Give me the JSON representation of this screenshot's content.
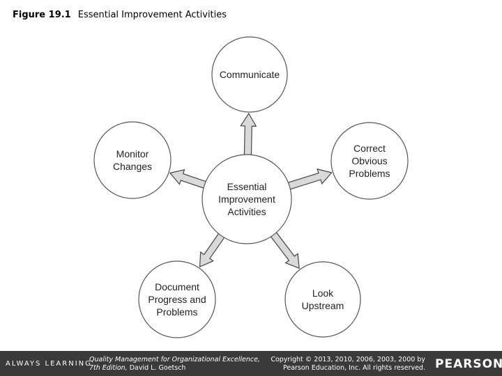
{
  "figure": {
    "number": "Figure 19.1",
    "title": "Essential Improvement Activities"
  },
  "diagram": {
    "center": {
      "label_lines": [
        "Essential",
        "Improvement",
        "Activities"
      ]
    },
    "nodes": [
      {
        "id": "communicate",
        "label_lines": [
          "Communicate"
        ]
      },
      {
        "id": "correct-obvious-problems",
        "label_lines": [
          "Correct",
          "Obvious",
          "Problems"
        ]
      },
      {
        "id": "look-upstream",
        "label_lines": [
          "Look",
          "Upstream"
        ]
      },
      {
        "id": "document-progress-and-problems",
        "label_lines": [
          "Document",
          "Progress and",
          "Problems"
        ]
      },
      {
        "id": "monitor-changes",
        "label_lines": [
          "Monitor",
          "Changes"
        ]
      }
    ],
    "colors": {
      "stroke": "#555555",
      "arrow_fill": "#d9d9d9",
      "arrow_stroke": "#444444"
    }
  },
  "footer": {
    "left_brand": "ALWAYS LEARNING",
    "book_line1": "Quality Management for Organizational Excellence,",
    "book_line2_italic": "7th Edition,",
    "book_line2_author": "David L. Goetsch",
    "copyright_line1": "Copyright © 2013, 2010, 2006, 2003, 2000 by",
    "copyright_line2": "Pearson Education, Inc. All rights reserved.",
    "right_brand": "PEARSON",
    "background": "#3a3a3a"
  }
}
